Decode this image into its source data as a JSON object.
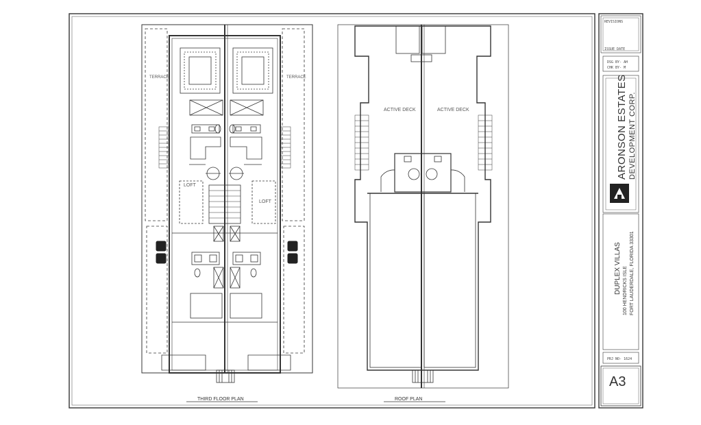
{
  "drawings": {
    "left_plan_title": "THIRD FLOOR PLAN",
    "right_plan_title": "ROOF PLAN",
    "left_labels": {
      "terrace_left": "TERRACE",
      "terrace_right": "TERRACE",
      "loft_left": "LOFT",
      "loft_right": "LOFT"
    },
    "right_labels": {
      "deck_left": "ACTIVE DECK",
      "deck_right": "ACTIVE DECK"
    }
  },
  "title_block": {
    "revisions_label": "REVISIONS",
    "issue_date_label": "ISSUE DATE",
    "drawn_by": "DSG BY- AH",
    "checked_by": "CHK BY- M",
    "company_line1": "ARONSON ESTATES",
    "company_line2": "DEVELOPMENT CORP.",
    "project_name": "DUPLEX VILLAS",
    "project_address1": "100 HENDRICKS ISLE",
    "project_address2": "FORT LAUDERDALE, FLORIDA 33301",
    "project_no": "PRJ NO- 1624",
    "sheet_number": "A3"
  },
  "colors": {
    "line": "#333333",
    "paper": "#ffffff",
    "fill_dark": "#222222"
  }
}
